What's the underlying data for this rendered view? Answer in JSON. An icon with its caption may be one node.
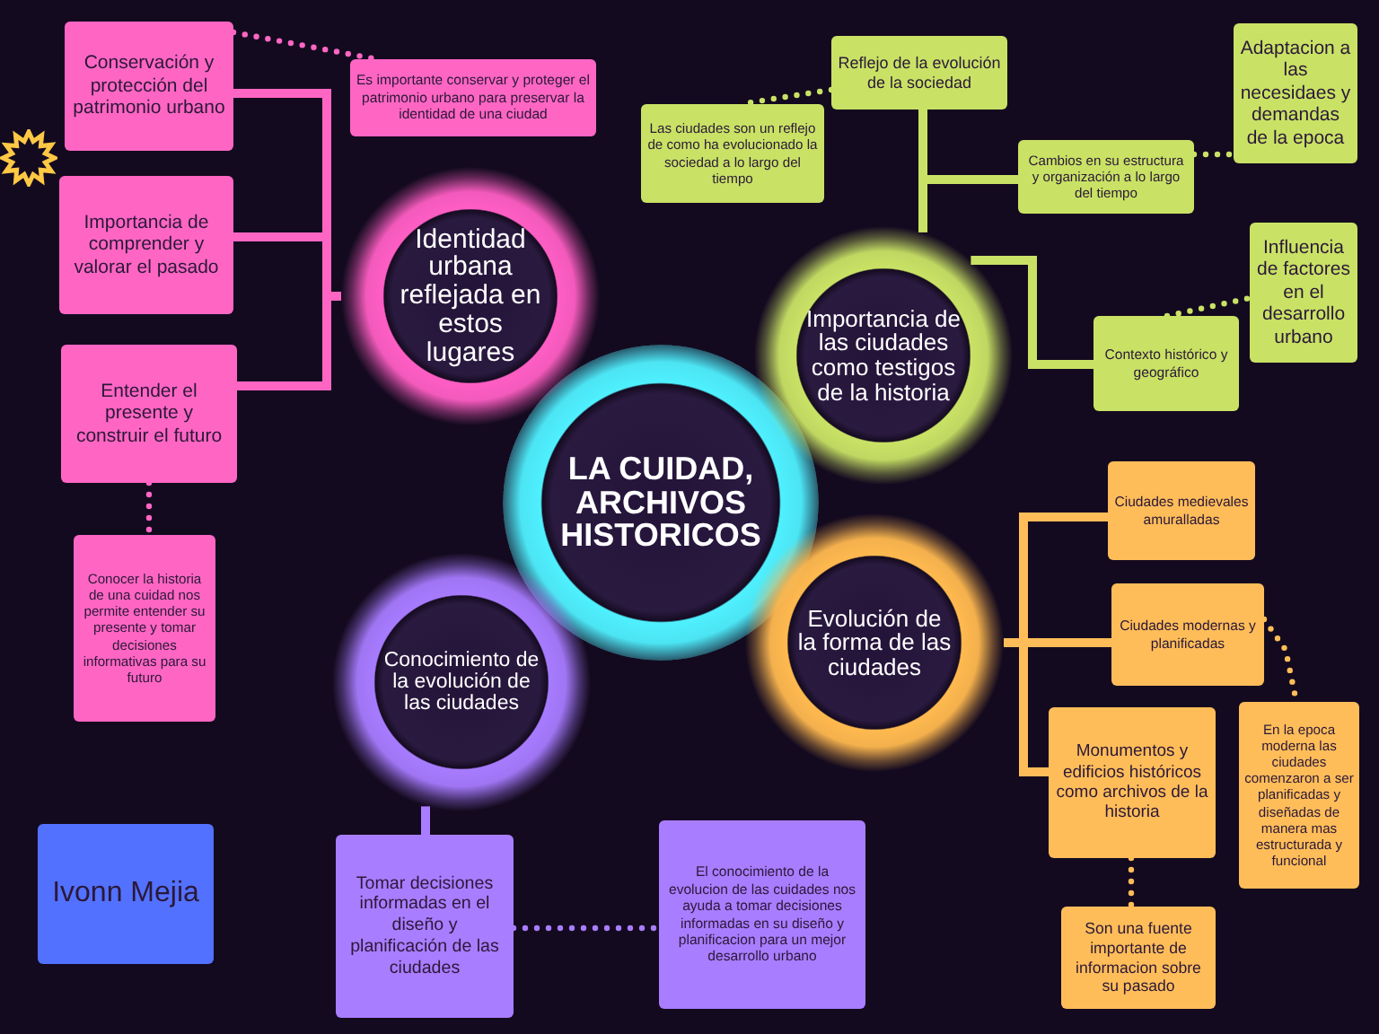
{
  "diagram": {
    "nodes": [
      {
        "text": [
          "LA CUIDAD, ARCHIVOS HISTORICOS"
        ]
      },
      {
        "text": [
          "Identidad urbana reflejada en estos lugares"
        ]
      },
      {
        "text": [
          "Conservación y protección del patrimonio urbano"
        ]
      },
      {
        "text": [
          "Importancia de comprender y valorar el pasado"
        ]
      },
      {
        "text": [
          "Entender el presente y construir el futuro"
        ]
      },
      {
        "text": [
          "Es importante conservar y proteger el patrimonio urbano para preservar la identidad de una ciudad"
        ]
      },
      {
        "text": [
          "Conocer la historia de una cuidad  nos permite entender su presente y tomar decisiones informativas para su futuro"
        ]
      },
      {
        "text": [
          "Importancia de las ciudades como testigos de la historia"
        ]
      },
      {
        "text": [
          "Reflejo de la evolución de la sociedad"
        ]
      },
      {
        "text": [
          "Las ciudades son un reflejo de como ha evolucionado la sociedad a lo largo del tiempo"
        ]
      },
      {
        "text": [
          "Cambios en su estructura y organización a lo largo del tiempo"
        ]
      },
      {
        "text": [
          "Adaptacion a las necesidaes y demandas de la epoca"
        ]
      },
      {
        "text": [
          "Contexto histórico y geográfico"
        ]
      },
      {
        "text": [
          "Influencia de factores en el desarrollo urbano"
        ]
      },
      {
        "text": [
          "Evolución de la forma de las ciudades"
        ]
      },
      {
        "text": [
          "Ciudades medievales amuralladas"
        ]
      },
      {
        "text": [
          "Ciudades modernas y planificadas"
        ]
      },
      {
        "text": [
          "Monumentos y edificios históricos como archivos de la historia"
        ]
      },
      {
        "text": [
          "En la epoca moderna las ciudades comenzaron a ser planificadas y  diseñadas de manera mas estructurada y funcional"
        ]
      },
      {
        "text": [
          "Son una fuente importante de informacion sobre su pasado"
        ]
      },
      {
        "text": [
          "Conocimiento de la evolución de las ciudades"
        ]
      },
      {
        "text": [
          "Tomar decisiones informadas en el diseño y planificación de las ciudades"
        ]
      },
      {
        "text": [
          "El conocimiento de la evolucion de las cuidades nos ayuda a tomar decisiones informadas en su diseño y planificacion para un mejor desarrollo urbano"
        ]
      },
      {
        "text": [
          "Ivonn Mejia"
        ]
      }
    ],
    "edges": [
      {
        "from": 1,
        "to": 2,
        "arrow": "none",
        "color": "#ff66c4"
      },
      {
        "from": 1,
        "to": 3,
        "arrow": "none",
        "color": "#ff66c4"
      },
      {
        "from": 1,
        "to": 4,
        "arrow": "none",
        "color": "#ff66c4"
      },
      {
        "from": 2,
        "to": 5,
        "arrow": "none",
        "style": "dashed",
        "color": "#ff66c4"
      },
      {
        "from": 4,
        "to": 6,
        "arrow": "none",
        "style": "dashed",
        "color": "#ff66c4"
      },
      {
        "from": 7,
        "to": 8,
        "arrow": "none",
        "color": "#c9e265"
      },
      {
        "from": 7,
        "to": 10,
        "arrow": "none",
        "color": "#c9e265"
      },
      {
        "from": 7,
        "to": 12,
        "arrow": "none",
        "color": "#c9e265"
      },
      {
        "from": 8,
        "to": 9,
        "arrow": "none",
        "style": "dashed",
        "color": "#c9e265"
      },
      {
        "from": 10,
        "to": 11,
        "arrow": "none",
        "style": "dashed",
        "color": "#c9e265"
      },
      {
        "from": 12,
        "to": 13,
        "arrow": "none",
        "style": "dashed",
        "color": "#c9e265"
      },
      {
        "from": 14,
        "to": 15,
        "arrow": "none",
        "color": "#ffbd59"
      },
      {
        "from": 14,
        "to": 16,
        "arrow": "none",
        "color": "#ffbd59"
      },
      {
        "from": 14,
        "to": 17,
        "arrow": "none",
        "color": "#ffbd59"
      },
      {
        "from": 16,
        "to": 18,
        "arrow": "none",
        "style": "dashed",
        "color": "#ffbd59"
      },
      {
        "from": 17,
        "to": 19,
        "arrow": "none",
        "style": "dashed",
        "color": "#ffbd59"
      },
      {
        "from": 20,
        "to": 21,
        "arrow": "none",
        "color": "#a97dff"
      },
      {
        "from": 21,
        "to": 22,
        "arrow": "none",
        "style": "dashed",
        "color": "#a97dff"
      }
    ]
  }
}
